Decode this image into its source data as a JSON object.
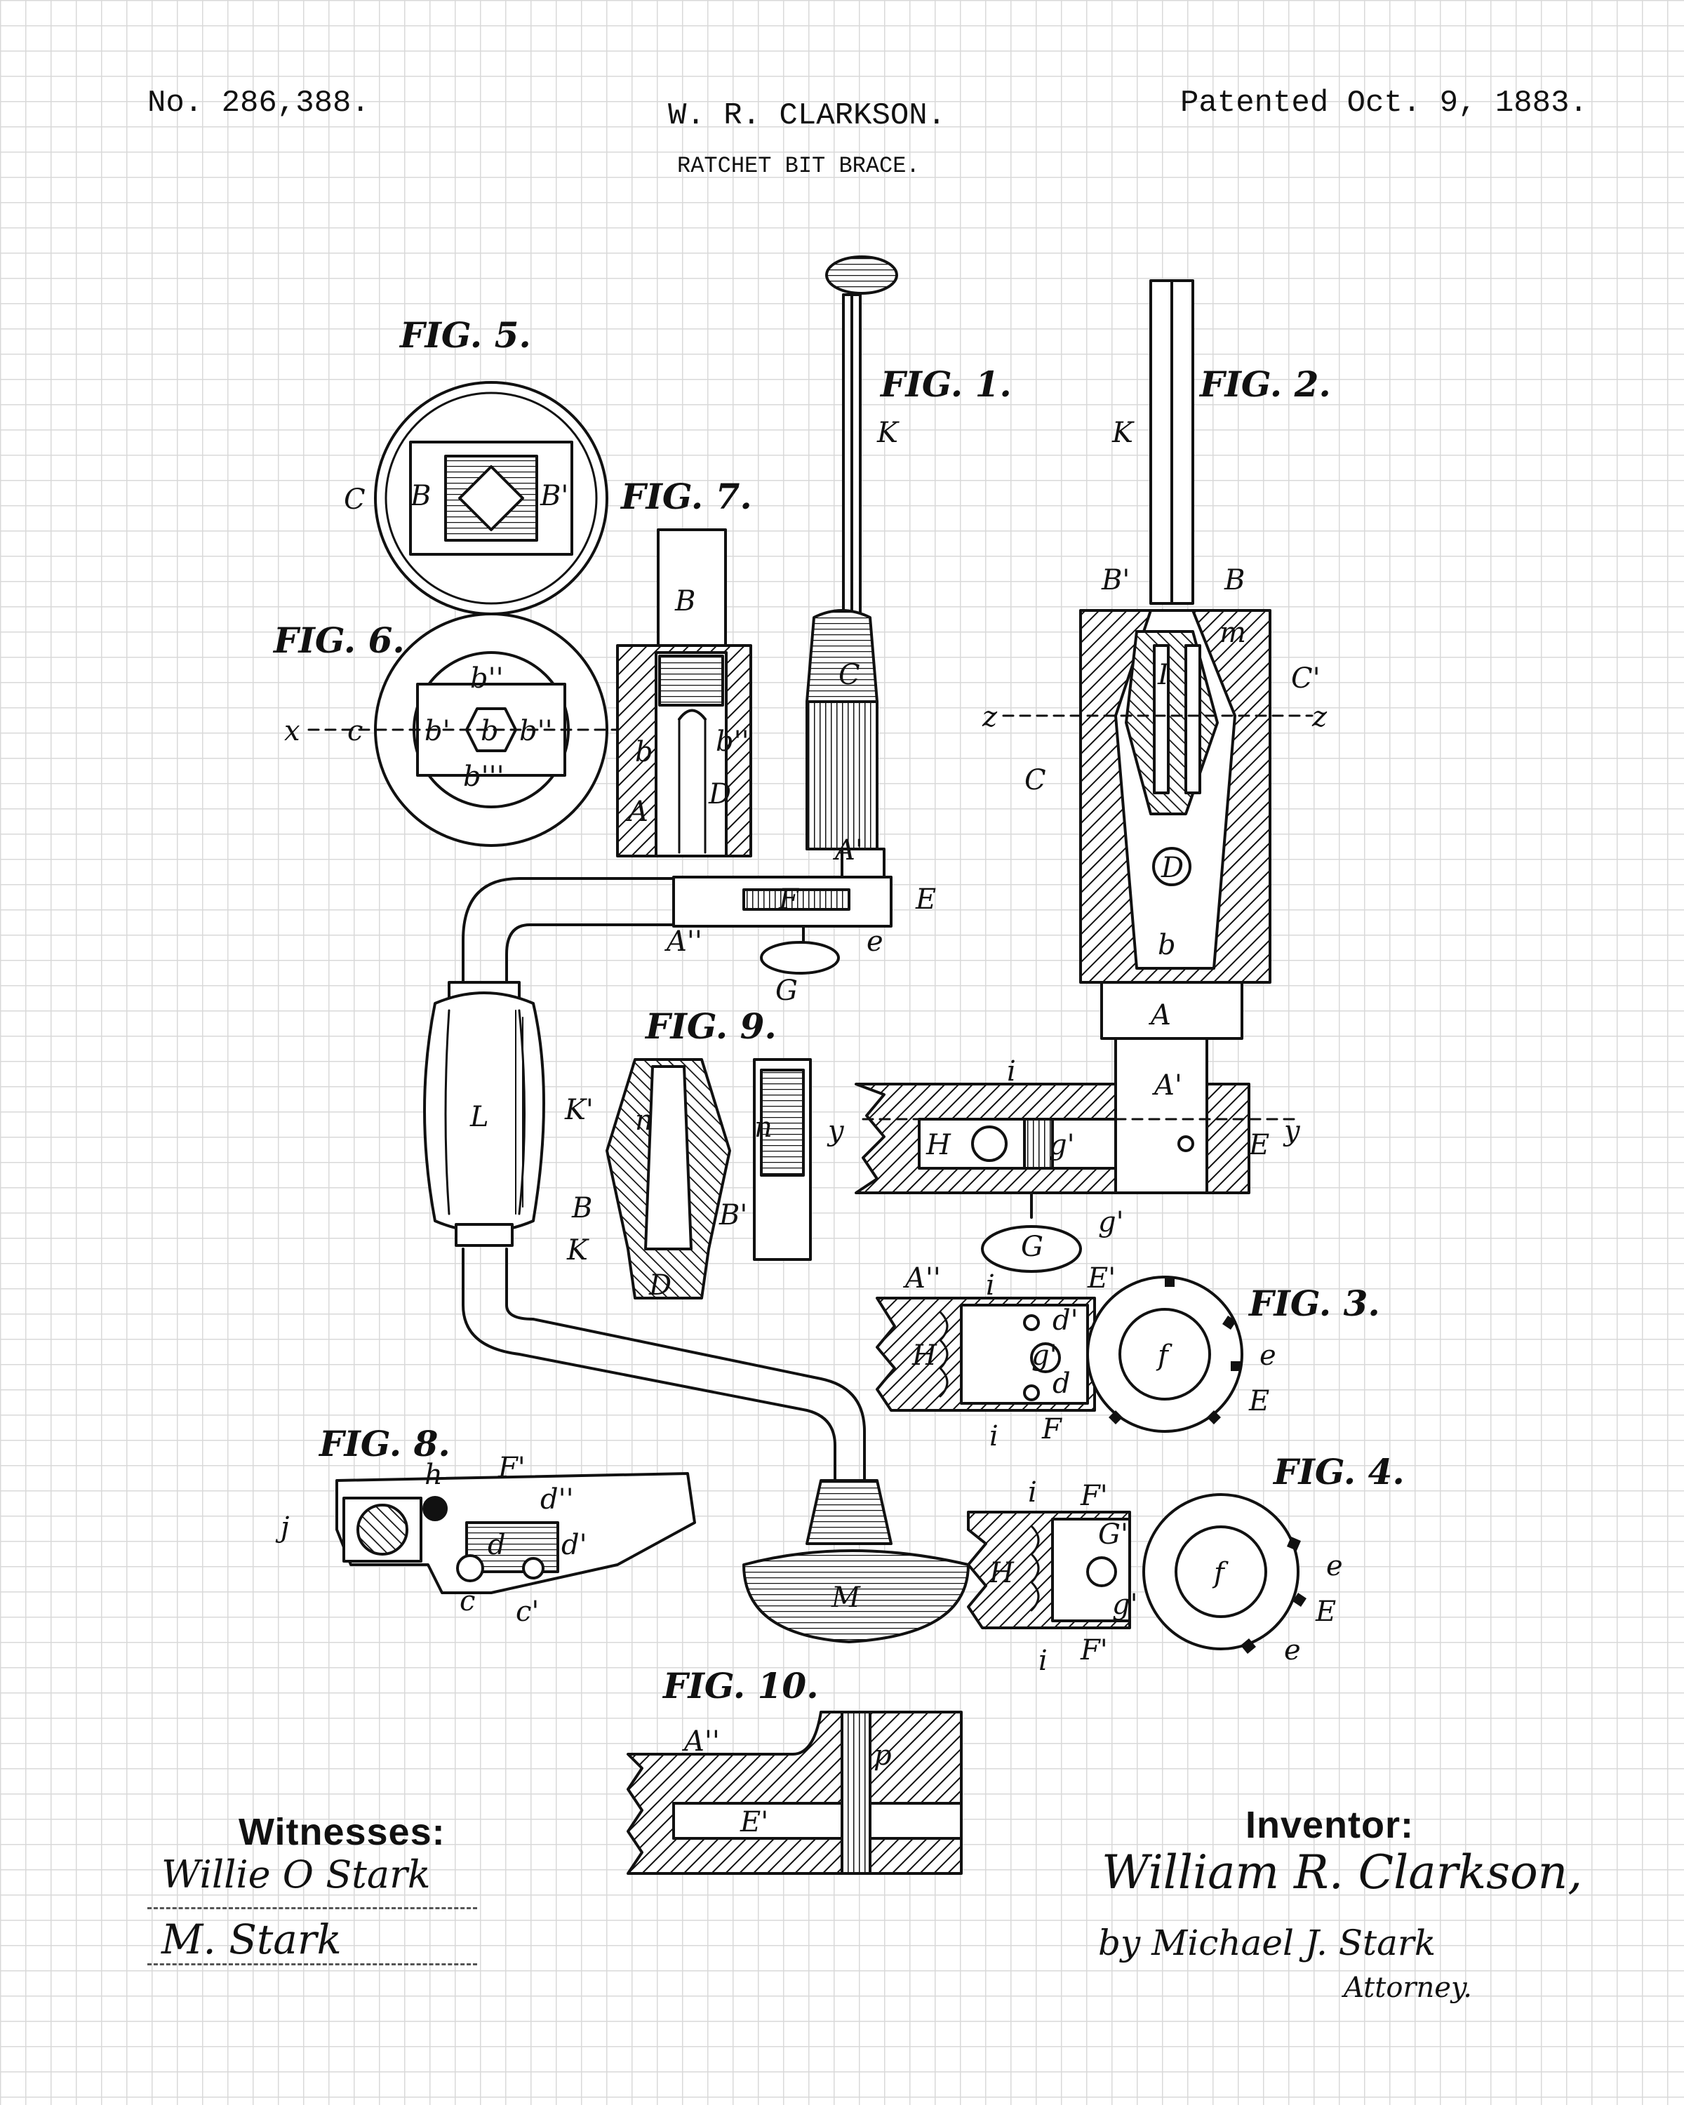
{
  "header": {
    "patent_number": "No. 286,388.",
    "inventor_name": "W. R. CLARKSON.",
    "title": "RATCHET BIT BRACE.",
    "date": "Patented Oct. 9, 1883."
  },
  "figures": {
    "fig1": "FIG. 1.",
    "fig2": "FIG. 2.",
    "fig3": "FIG. 3.",
    "fig4": "FIG. 4.",
    "fig5": "FIG. 5.",
    "fig6": "FIG. 6.",
    "fig7": "FIG. 7.",
    "fig8": "FIG. 8.",
    "fig9": "FIG. 9.",
    "fig10": "FIG. 10."
  },
  "labels": {
    "K": "K",
    "C": "C",
    "A": "A",
    "A1": "A'",
    "A2": "A''",
    "E": "E",
    "e": "e",
    "F": "F",
    "G": "G",
    "L": "L",
    "M": "M",
    "B": "B",
    "B1": "B'",
    "C1": "C'",
    "D": "D",
    "I": "I",
    "m": "m",
    "z": "z",
    "y": "y",
    "i": "i",
    "H": "H",
    "g": "g'",
    "g1": "g'",
    "b": "b",
    "b1": "b'",
    "b2": "b''",
    "b3": "b'''",
    "x": "x",
    "f": "f",
    "d": "d",
    "d1": "d'",
    "d2": "d''",
    "F1": "F'",
    "E1": "E'",
    "G1": "G'",
    "n": "n",
    "K1": "K'",
    "j": "j",
    "h": "h",
    "c": "c",
    "c1": "c'",
    "p": "p"
  },
  "witnesses": {
    "caption": "Witnesses:",
    "signature1": "Willie O Stark",
    "signature2": "M. Stark"
  },
  "inventor": {
    "caption": "Inventor:",
    "signature": "William R. Clarkson,",
    "by_line": "by Michael J. Stark",
    "role": "Attorney."
  }
}
